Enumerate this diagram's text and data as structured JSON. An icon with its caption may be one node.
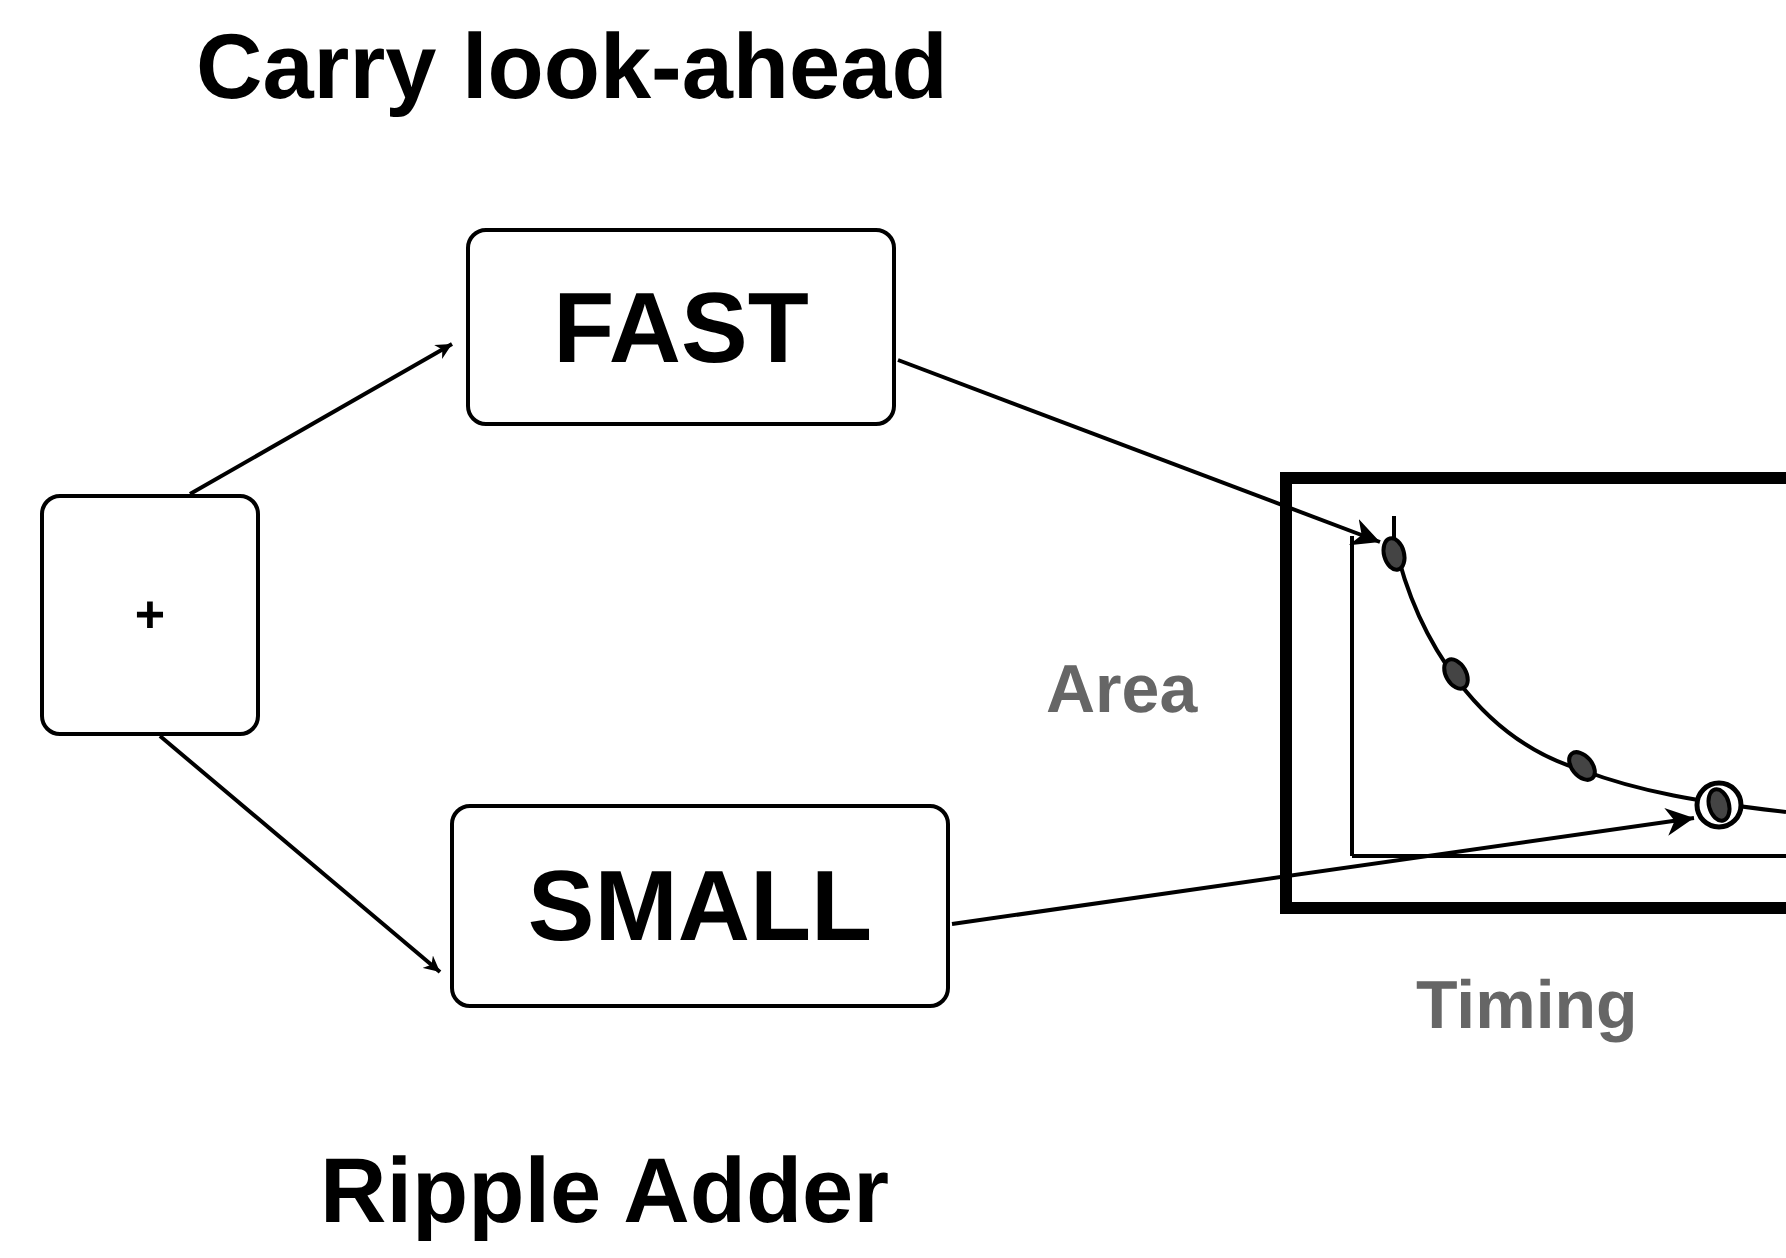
{
  "diagram": {
    "nodes": [
      {
        "text": [
          "+"
        ]
      },
      {
        "text": [
          "FAST"
        ]
      },
      {
        "text": [
          "SMALL"
        ]
      },
      {
        "text": [],
        "shape": "circle"
      },
      {
        "text": [],
        "shape": "circle"
      }
    ],
    "edges": [
      {
        "from": 0,
        "to": 1,
        "arrow": "to"
      },
      {
        "from": 0,
        "to": 2,
        "arrow": "to"
      },
      {
        "from": 1,
        "to": 3,
        "arrow": "to"
      },
      {
        "from": 2,
        "to": 4,
        "arrow": "to"
      }
    ],
    "labels": [
      "Carry look-ahead",
      "Area",
      "Timing",
      "Ripple Adder"
    ]
  }
}
